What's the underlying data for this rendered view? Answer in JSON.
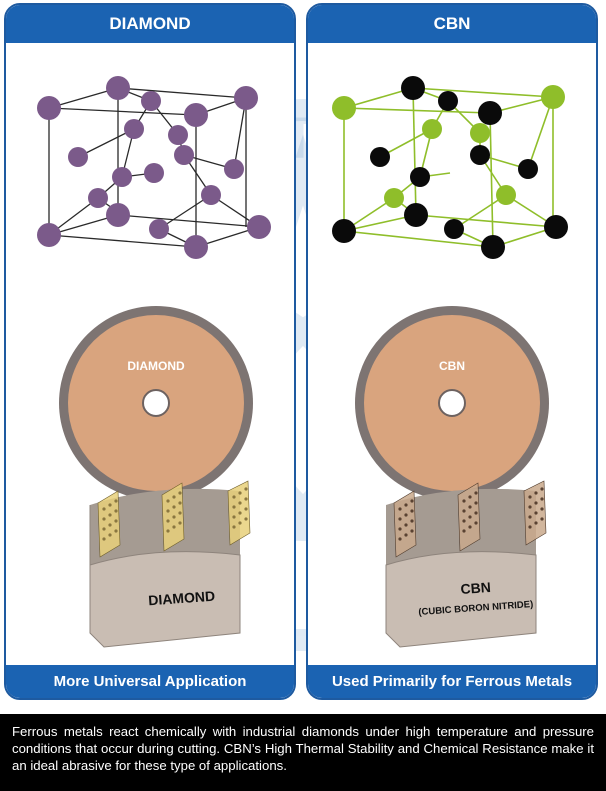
{
  "panels": [
    {
      "id": "diamond",
      "title": "DIAMOND",
      "wheel_label": "DIAMOND",
      "segment_label": "DIAMOND",
      "segment_sublabel": "",
      "footer": "More Universal Application",
      "atom_colors": [
        "#7b5a8a"
      ]
    },
    {
      "id": "cbn",
      "title": "CBN",
      "wheel_label": "CBN",
      "segment_label": "CBN",
      "segment_sublabel": "(CUBIC BORON NITRIDE)",
      "footer": "Used Primarily for Ferrous Metals",
      "atom_colors": [
        "#8fbe2a",
        "#0a0a0a"
      ]
    }
  ],
  "watermark": "SMART CUT®",
  "caption": "Ferrous metals react chemically with industrial diamonds under high temperature and pressure conditions that occur during cutting. CBN’s High Thermal Stability and Chemical Resistance make it an ideal abrasive for these type of applications.",
  "colors": {
    "frame_blue": "#1e5aa0",
    "bar_blue": "#1b63b2",
    "wheel_fill": "#d9a47e",
    "wheel_rim": "#7d7472",
    "segment_face": "#c9bdb3",
    "diamond_atom": "#7b5a8a",
    "cbn_green": "#8fbe2a",
    "cbn_black": "#0a0a0a",
    "caption_bg": "#000000"
  }
}
